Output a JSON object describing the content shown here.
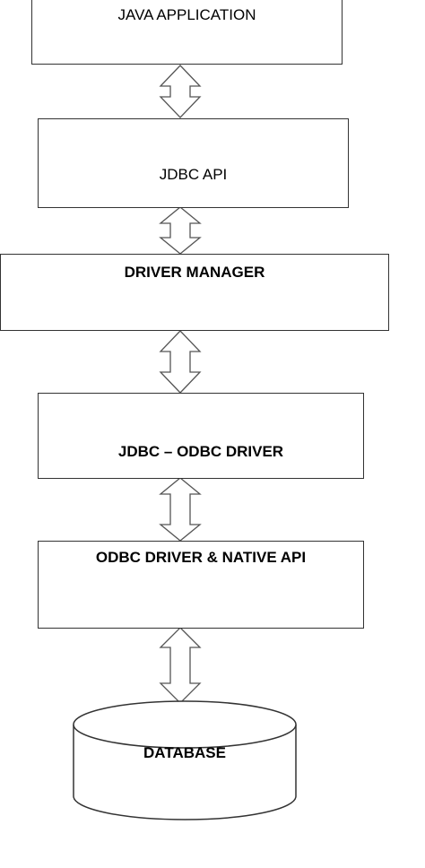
{
  "diagram": {
    "layers": [
      {
        "id": "java-application",
        "label": "JAVA APPLICATION"
      },
      {
        "id": "jdbc-api",
        "label": "JDBC API"
      },
      {
        "id": "driver-manager",
        "label": "DRIVER MANAGER"
      },
      {
        "id": "jdbc-odbc-driver",
        "label": "JDBC – ODBC DRIVER"
      },
      {
        "id": "odbc-driver-native-api",
        "label": "ODBC DRIVER & NATIVE API"
      },
      {
        "id": "database",
        "label": "DATABASE"
      }
    ]
  }
}
